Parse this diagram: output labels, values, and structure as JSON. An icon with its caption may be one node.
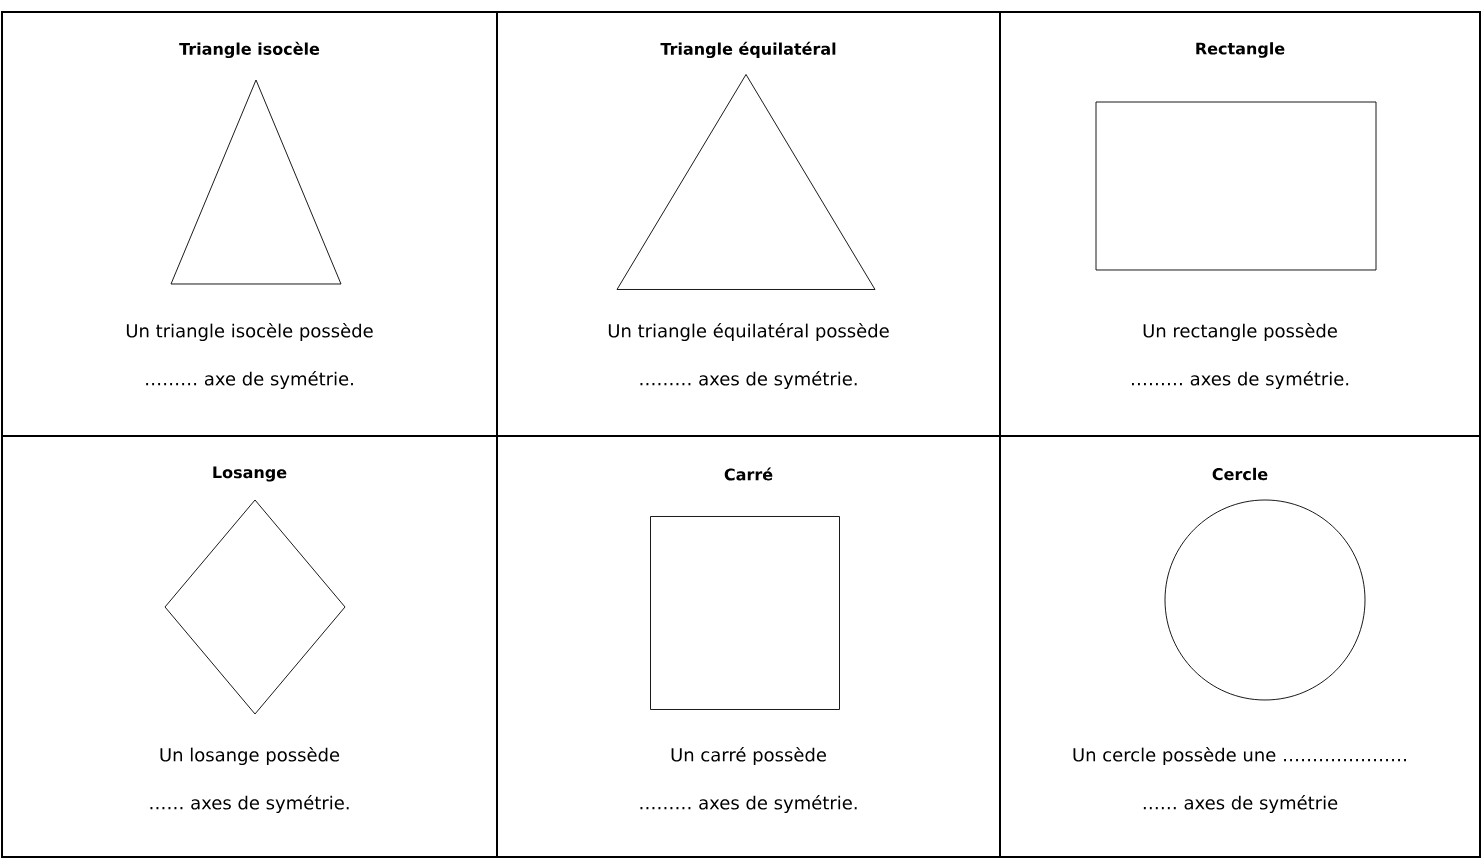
{
  "diagram": {
    "nodes": [
      {
        "text": [
          "Triangle isocèle",
          "Un triangle isocèle possède",
          "……… axe de symétrie."
        ]
      },
      {
        "text": [
          "Triangle équilatéral",
          "Un triangle équilatéral possède",
          "……… axes de symétrie."
        ]
      },
      {
        "text": [
          "Rectangle",
          "Un rectangle possède",
          "……… axes de symétrie."
        ]
      },
      {
        "text": [
          "Losange",
          "Un losange possède",
          "…… axes de symétrie."
        ]
      },
      {
        "text": [
          "Carré",
          "Un carré possède",
          "……… axes de symétrie."
        ]
      },
      {
        "text": [
          "Cercle",
          "Un cercle possède une …………………",
          "…… axes de symétrie"
        ]
      },
      {
        "text": [],
        "shape": "triangle",
        "in": 0
      },
      {
        "text": [],
        "shape": "triangle",
        "in": 1
      },
      {
        "text": [],
        "shape": "box",
        "in": 2
      },
      {
        "text": [],
        "shape": "diamond",
        "in": 3
      },
      {
        "text": [],
        "shape": "box",
        "in": 4
      },
      {
        "text": [],
        "shape": "circle",
        "in": 5
      }
    ]
  }
}
